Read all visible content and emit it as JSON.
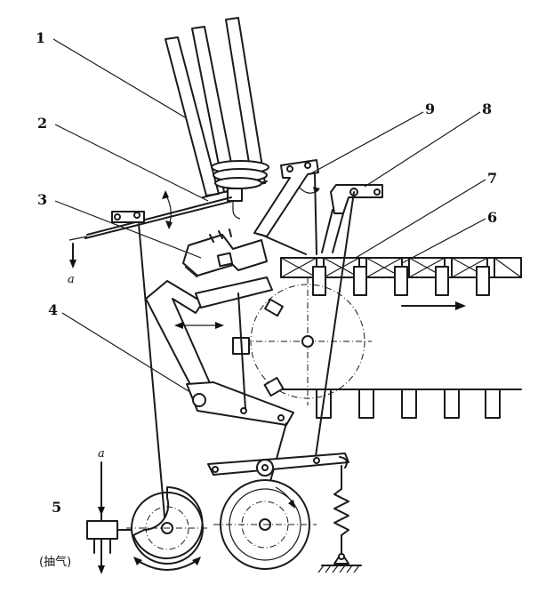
{
  "labels": {
    "n1": "1",
    "n2": "2",
    "n3": "3",
    "n4": "4",
    "n5": "5",
    "n6": "6",
    "n7": "7",
    "n8": "8",
    "n9": "9",
    "a_top": "a",
    "a_bottom": "a",
    "vacuum": "(抽气)"
  }
}
